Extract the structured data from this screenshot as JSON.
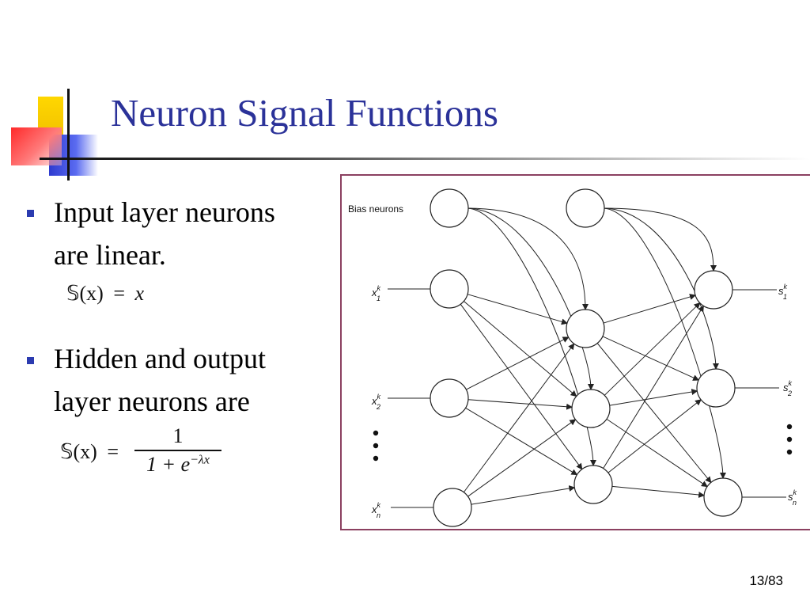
{
  "slide": {
    "title": "Neuron Signal Functions",
    "bullets": [
      {
        "line1": "Input layer neurons",
        "line2": "are linear."
      },
      {
        "line1": "Hidden and output",
        "line2": "layer neurons are"
      }
    ],
    "formula_linear": {
      "lhs": "𝕊(x)",
      "eq": "=",
      "rhs": "x"
    },
    "formula_sigmoid": {
      "lhs": "𝕊(x)",
      "eq": "=",
      "num": "1",
      "den_base": "1 + e",
      "den_exp": "−λx"
    },
    "page_number": "13/83"
  },
  "diagram": {
    "bias_label": "Bias neurons",
    "inputs": [
      "x1k",
      "x2k",
      "xnk"
    ],
    "outputs": [
      "s1k",
      "s2k",
      "snk"
    ],
    "input_labels": [
      {
        "var": "x",
        "sup": "k",
        "sub": "1"
      },
      {
        "var": "x",
        "sup": "k",
        "sub": "2"
      },
      {
        "var": "x",
        "sup": "k",
        "sub": "n"
      }
    ],
    "output_labels": [
      {
        "var": "s",
        "sup": "k",
        "sub": "1"
      },
      {
        "var": "s",
        "sup": "k",
        "sub": "2"
      },
      {
        "var": "s",
        "sup": "k",
        "sub": "n"
      }
    ],
    "colors": {
      "title": "#2b3299",
      "border": "#8b4060",
      "bullet": "#2b3bb0"
    }
  }
}
